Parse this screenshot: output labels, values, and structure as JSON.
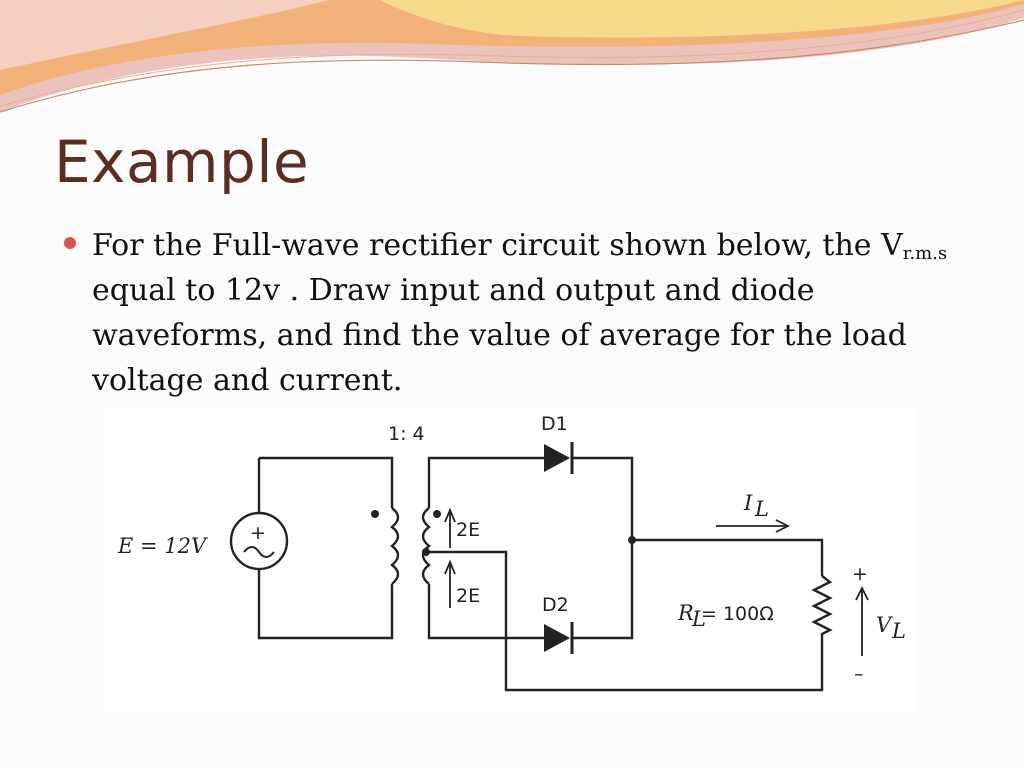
{
  "slide": {
    "title": "Example",
    "bullet": {
      "before_sub": "For the Full-wave rectifier circuit shown below, the V",
      "subscript": "r.m.s",
      "after_sub": " equal to 12v . Draw input and output and diode waveforms, and find the value of average for the load voltage and current."
    }
  },
  "circuit": {
    "ratio_label": "1: 4",
    "source_label": "E = 12V",
    "upper_winding_label": "2E",
    "lower_winding_label": "2E",
    "diode1_label": "D1",
    "diode2_label": "D2",
    "current_label": "I",
    "current_sub": "L",
    "resistor_label": "R",
    "resistor_sub": "L",
    "resistor_value": "= 100Ω",
    "plus_label": "+",
    "minus_label": "–",
    "voltage_label": "V",
    "voltage_sub": "L"
  },
  "colors": {
    "title": "#5a2e22",
    "bullet": "#d9534a",
    "swoosh_orange": "#f2a35e",
    "swoosh_pink": "#e9a6a3",
    "swoosh_yellow": "#f6d27a"
  }
}
